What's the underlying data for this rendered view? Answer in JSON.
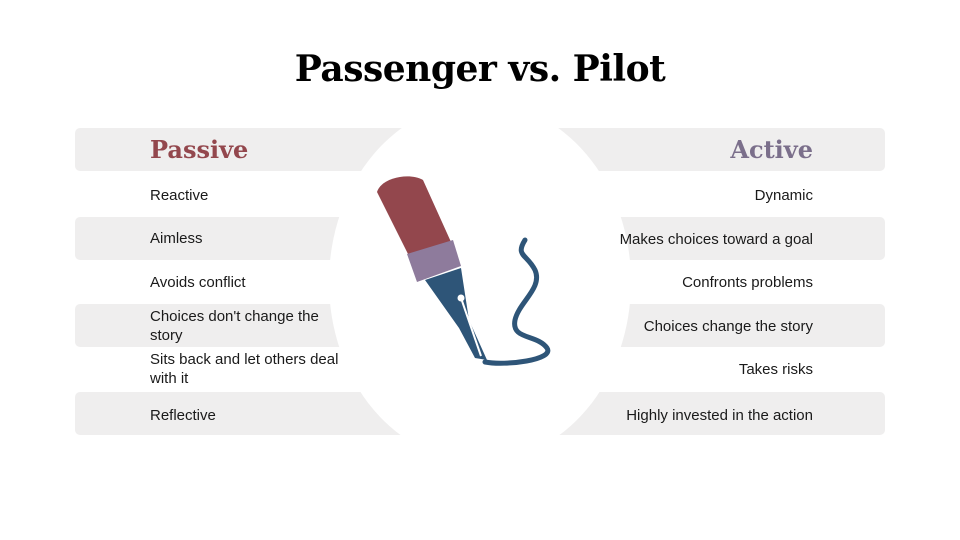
{
  "title": "Passenger vs. Pilot",
  "columns": {
    "passive_header": "Passive",
    "active_header": "Active"
  },
  "rows": [
    {
      "passive": "Reactive",
      "active": "Dynamic"
    },
    {
      "passive": "Aimless",
      "active": "Makes choices toward a goal"
    },
    {
      "passive": "Avoids conflict",
      "active": "Confronts problems"
    },
    {
      "passive": "Choices don't change the story",
      "active": "Choices change the story"
    },
    {
      "passive": "Sits back and let others deal with it",
      "active": "Takes risks"
    },
    {
      "passive": "Reflective",
      "active": "Highly invested in the action"
    }
  ],
  "colors": {
    "passive": "#93474d",
    "active": "#7b6f8b",
    "pen_body": "#93474d",
    "pen_band": "#8e7b9c",
    "pen_nib": "#2e5578",
    "band": "#efeeee"
  },
  "illustration": {
    "icon": "fountain-pen-icon"
  }
}
